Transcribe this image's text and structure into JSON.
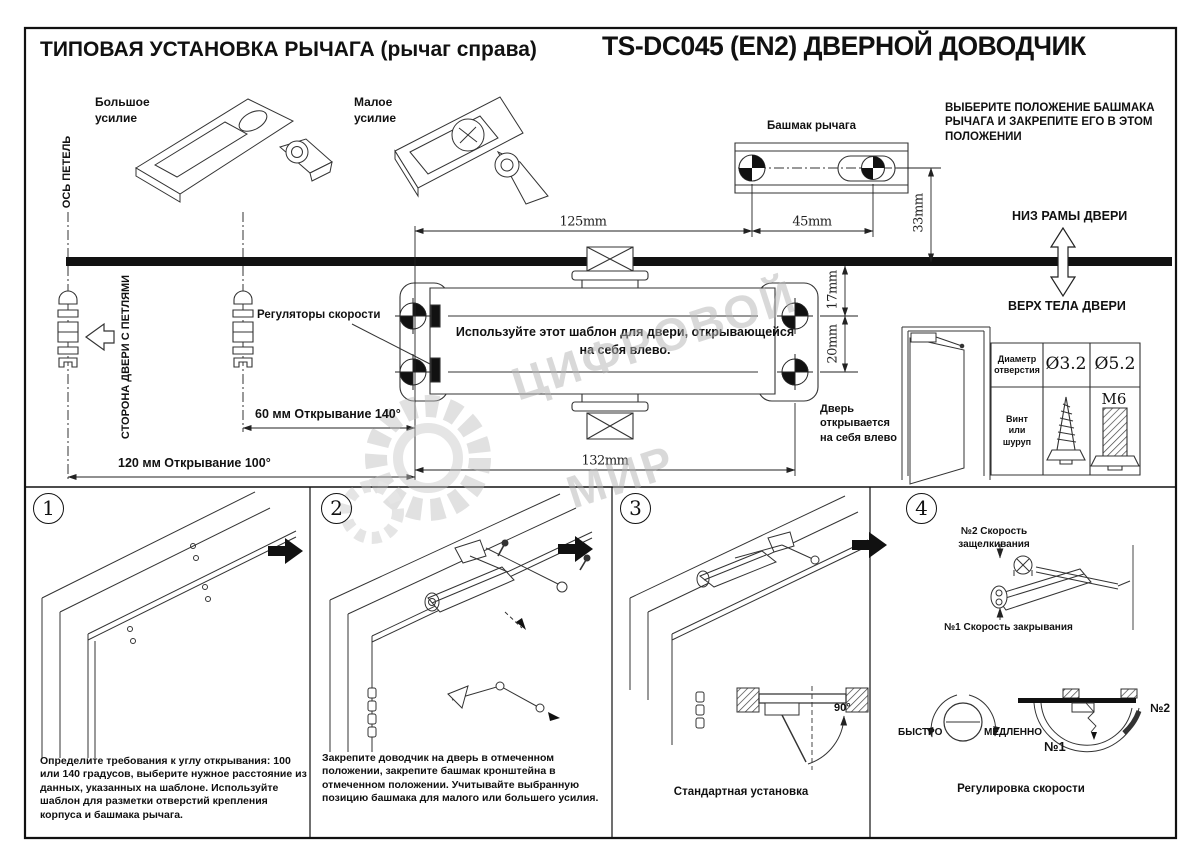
{
  "header": {
    "left_title": "ТИПОВАЯ УСТАНОВКА РЫЧАГА (рычаг справа)",
    "right_title": "TS-DC045 (EN2) ДВЕРНОЙ ДОВОДЧИК"
  },
  "template": {
    "big_force": "Большое\nусилие",
    "small_force": "Малое\nусилие",
    "hinge_axis": "ОСЬ ПЕТЕЛЬ",
    "hinge_side": "СТОРОНА ДВЕРИ С ПЕТЛЯМИ",
    "shoe_label": "Башмак рычага",
    "choose_position": "ВЫБЕРИТЕ ПОЛОЖЕНИЕ БАШМАКА РЫЧАГА И ЗАКРЕПИТЕ ЕГО В ЭТОМ ПОЛОЖЕНИИ",
    "speed_regulators": "Регуляторы скорости",
    "template_note": "Используйте этот шаблон для двери, открывающейся на себя влево.",
    "frame_bottom": "НИЗ РАМЫ ДВЕРИ",
    "body_top": "ВЕРХ ТЕЛА ДВЕРИ",
    "door_opens": "Дверь\nоткрывается\nна себя влево",
    "dims": {
      "d125": "125mm",
      "d45": "45mm",
      "d33": "33mm",
      "d17": "17mm",
      "d20": "20mm",
      "d132": "132mm",
      "d60": "60 мм   Открывание 140°",
      "d120": "120 мм   Открывание 100°"
    }
  },
  "screw_table": {
    "hole_label": "Диаметр\nотверстия",
    "dia_small": "Ø3.2",
    "dia_big": "Ø5.2",
    "fastener_label": "Винт\nили\nшуруп",
    "bolt_label": "M6"
  },
  "steps": [
    {
      "num": "1",
      "text": "Определите требования к углу открывания: 100 или 140 градусов, выберите нужное расстояние из данных, указанных на шаблоне. Используйте шаблон для разметки отверстий крепления корпуса и башмака рычага."
    },
    {
      "num": "2",
      "text": "Закрепите доводчик на дверь в отмеченном положении, закрепите башмак кронштейна в отмеченном положении. Учитывайте выбранную позицию башмака для малого или большего усилия."
    },
    {
      "num": "3",
      "caption": "Стандартная установка",
      "angle": "90°"
    },
    {
      "num": "4",
      "caption": "Регулировка скорости",
      "latch": "№2 Скорость\nзащелкивания",
      "closing": "№1 Скорость закрывания",
      "fast": "БЫСТРО",
      "slow": "МЕДЛЕННО",
      "n1": "№1",
      "n2": "№2"
    }
  ],
  "watermark": {
    "line1": "ЦИФРОВОЙ",
    "line2": "МИР"
  },
  "colors": {
    "line": "#1a1a1a",
    "watermark": "#b5b5b5"
  }
}
